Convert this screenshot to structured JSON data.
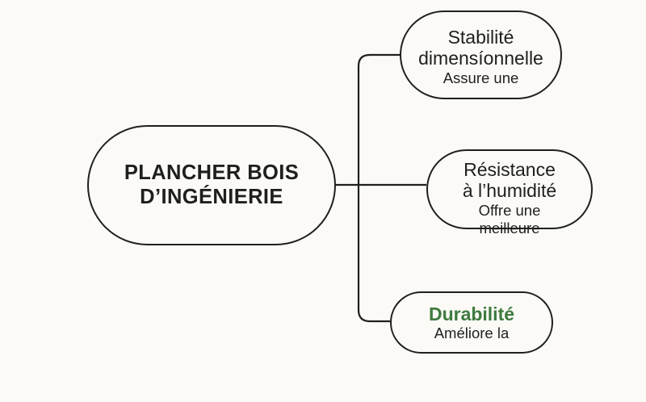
{
  "diagram": {
    "type": "mind-map",
    "background_color": "#FBFAF6",
    "stroke_color": "#1F1F1D",
    "accent_color": "#3E7A3E",
    "root": {
      "label": "PLANCHER BOIS\nD’INGÉNIERIE"
    },
    "branches": [
      {
        "id": "stabilite",
        "title": "Stabilité\ndimensíonnelle",
        "subtitle": "Assure une",
        "title_color": "#1F1F1D"
      },
      {
        "id": "resistance",
        "title": "Résistance\nà l’humidité",
        "subtitle": "Offre une\nmeilleure",
        "title_color": "#1F1F1D"
      },
      {
        "id": "durabilite",
        "title": "Durabilité",
        "subtitle": "Améliore la",
        "title_color": "#3E7A3E"
      }
    ]
  }
}
